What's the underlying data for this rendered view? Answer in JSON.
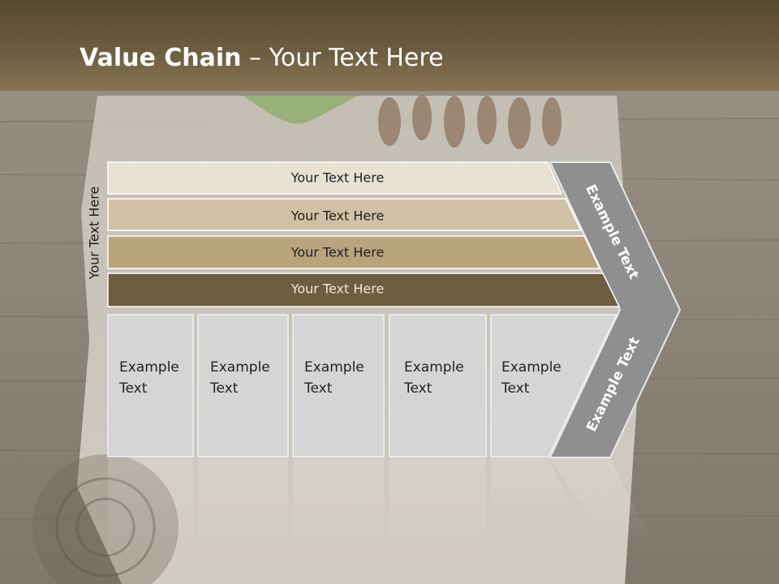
{
  "slide": {
    "title_bold": "Value Chain",
    "title_rest": " – Your Text Here",
    "side_label": "Your Text Here"
  },
  "bands": [
    {
      "label": "Your Text Here"
    },
    {
      "label": "Your Text Here"
    },
    {
      "label": "Your Text Here"
    },
    {
      "label": "Your Text Here"
    }
  ],
  "boxes": [
    {
      "line1": "Example",
      "line2": "Text"
    },
    {
      "line1": "Example",
      "line2": "Text"
    },
    {
      "line1": "Example",
      "line2": "Text"
    },
    {
      "line1": "Example",
      "line2": "Text"
    },
    {
      "line1": "Example",
      "line2": "Text"
    }
  ],
  "arrow": {
    "upper_label": "Example Text",
    "lower_label": "Example Text"
  },
  "colors": {
    "band_1": "#e8e1d4",
    "band_2": "#d0c1a4",
    "band_3": "#b9a47e",
    "band_4": "#6f5d3f",
    "box_fill": "#d5d5d5",
    "arrow_fill": "#8f8f8f",
    "title_bar": "#6e5f41"
  }
}
